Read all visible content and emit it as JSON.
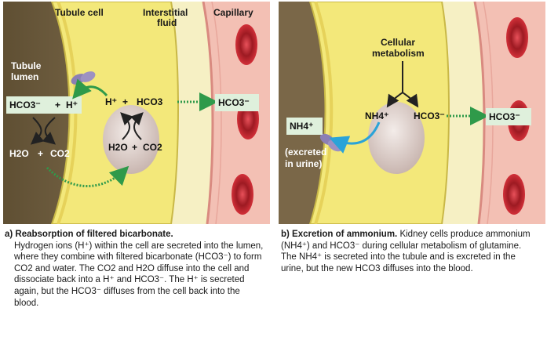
{
  "panel_a": {
    "labels": {
      "tubule_cell": "Tubule cell",
      "interstitial_fluid_1": "Interstitial",
      "interstitial_fluid_2": "fluid",
      "capillary": "Capillary",
      "tubule_lumen_1": "Tubule",
      "tubule_lumen_2": "lumen"
    },
    "molecules": {
      "lumen_hco3": "HCO3⁻",
      "lumen_plus": "+",
      "lumen_h": "H⁺",
      "lumen_h2o": "H2O",
      "lumen_plus2": "+",
      "lumen_co2": "CO2",
      "cell_h": "H⁺",
      "cell_plus": "+",
      "cell_hco3": "HCO3",
      "cell_h2o": "H2O",
      "cell_plus2": "+",
      "cell_co2": "CO2",
      "blood_hco3": "HCO3⁻"
    }
  },
  "panel_b": {
    "labels": {
      "cellular_1": "Cellular",
      "cellular_2": "metabolism",
      "excreted_1": "(excreted",
      "excreted_2": "in urine)"
    },
    "molecules": {
      "lumen_nh4": "NH4⁺",
      "cell_nh4": "NH4⁺",
      "cell_hco3": "HCO3⁻",
      "blood_hco3": "HCO3⁻"
    }
  },
  "captions": {
    "a_title": "a) Reabsorption of filtered bicarbonate.",
    "a_body": "Hydrogen ions (H⁺) within the cell are secreted into the lumen, where they combine with filtered bicarbonate (HCO3⁻) to form CO2 and water. The CO2 and H2O diffuse into the cell and dissociate back into a H⁺ and HCO3⁻. The H⁺ is secreted again, but the HCO3⁻ diffuses from the cell back into the blood.",
    "b_title": "b) Excretion of ammonium.",
    "b_body": "Kidney cells produce ammonium (NH4⁺) and HCO3⁻ during cellular metabolism of glutamine. The NH4⁺ is secreted into the tubule and is excreted in the urine, but the new HCO3 diffuses into the blood."
  },
  "colors": {
    "lumen": "#7a6748",
    "cell": "#f3e87a",
    "interstitial": "#f6f0c4",
    "capillary": "#f3c0b4",
    "rbc": "#c8232c",
    "molecule_box": "#dff0dc",
    "arrow_green": "#2f9a4a",
    "nucleus": "#e0d4cf",
    "transporter": "#8c7fb4",
    "arrow_blue": "#2aa3d8"
  }
}
